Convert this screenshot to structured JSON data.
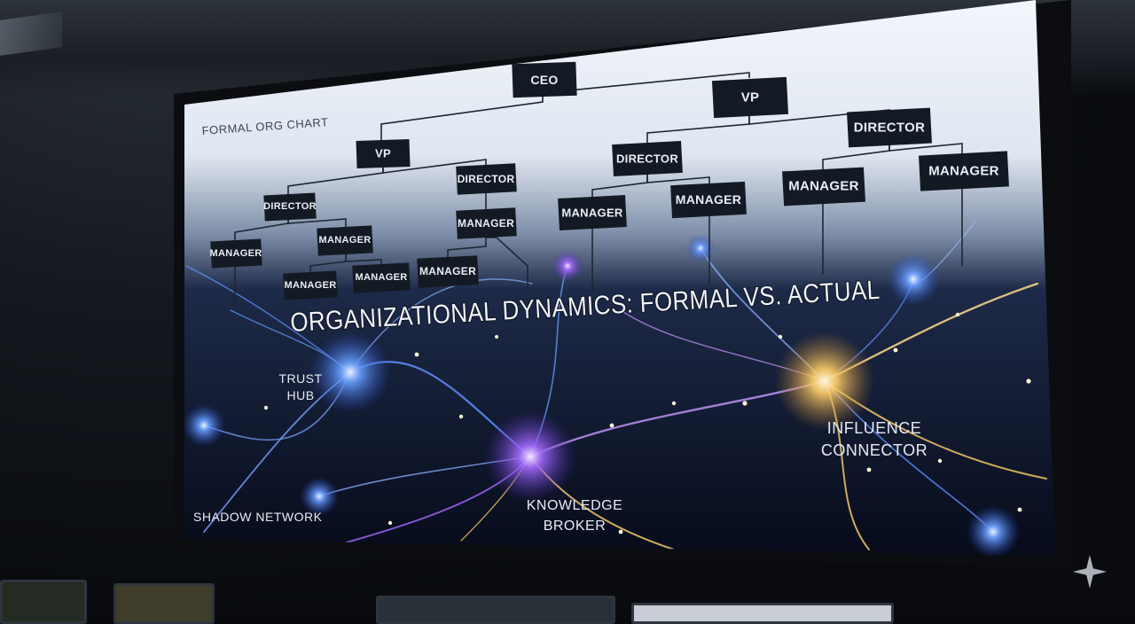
{
  "header": {
    "formal_chart_label": "FORMAL ORG CHART",
    "main_title": "ORGANIZATIONAL DYNAMICS: FORMAL VS. ACTUAL"
  },
  "org_chart": {
    "ceo": "CEO",
    "vp_left": "VP",
    "vp_right": "VP",
    "director_1": "DIRECTOR",
    "director_2": "DIRECTOR",
    "director_3": "DIRECTOR",
    "director_4": "DIRECTOR",
    "manager_1": "MANAGER",
    "manager_2": "MANAGER",
    "manager_3": "MANAGER",
    "manager_4": "MANAGER",
    "manager_5": "MANAGER",
    "manager_6": "MANAGER",
    "manager_7": "MANAGER",
    "manager_8": "MANAGER",
    "manager_9": "MANAGER",
    "manager_10": "MANAGER"
  },
  "network": {
    "trust_hub_line1": "TRUST",
    "trust_hub_line2": "HUB",
    "knowledge_broker_line1": "KNOWLEDGE",
    "knowledge_broker_line2": "BROKER",
    "influence_connector_line1": "INFLUENCE",
    "influence_connector_line2": "CONNECTOR",
    "shadow_network": "SHADOW NETWORK"
  },
  "colors": {
    "node_fill": "#131a24",
    "connector": "#1e2633",
    "neuron_blue": "#4f8cff",
    "neuron_violet": "#a46bff",
    "neuron_gold": "#ffcf6a"
  }
}
